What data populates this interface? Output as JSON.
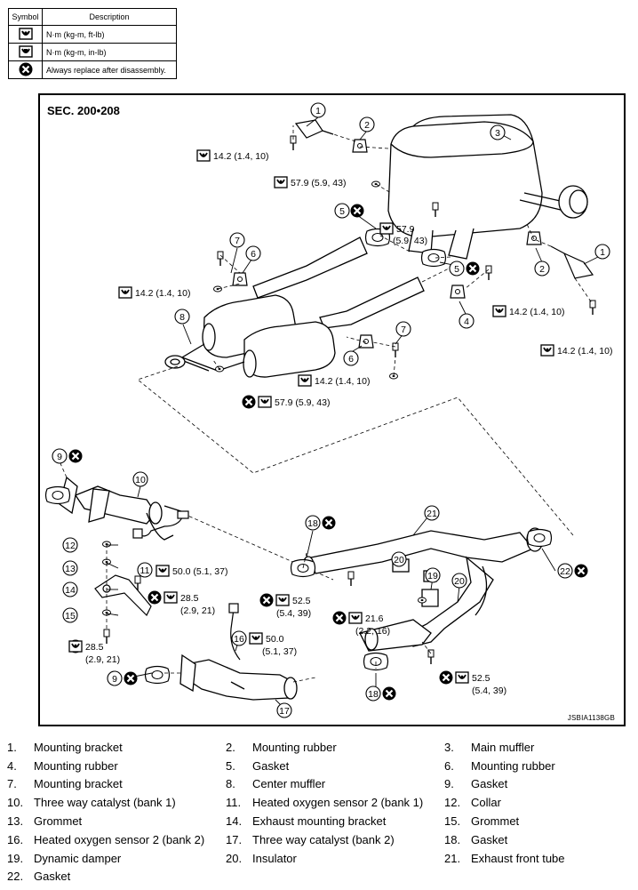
{
  "symbol_table": {
    "headers": {
      "symbol": "Symbol",
      "description": "Description"
    },
    "rows": [
      {
        "icon": "torque-wrench-icon",
        "description": "N·m (kg-m, ft-lb)"
      },
      {
        "icon": "torque-wrench-small-icon",
        "description": "N·m (kg-m, in-lb)"
      },
      {
        "icon": "always-replace-icon",
        "description": "Always replace after disassembly."
      }
    ]
  },
  "diagram": {
    "section": "SEC. 200•208",
    "figure_code": "JSBIA1138GB",
    "torques": {
      "t1": "14.2 (1.4, 10)",
      "t2": "57.9 (5.9, 43)",
      "t3a": "57.9",
      "t3b": "(5.9, 43)",
      "t4": "14.2 (1.4, 10)",
      "t5": "14.2 (1.4, 10)",
      "t6": "14.2 (1.4, 10)",
      "t7": "14.2 (1.4, 10)",
      "t8": "57.9 (5.9, 43)",
      "t9": "50.0 (5.1, 37)",
      "t10a": "28.5",
      "t10b": "(2.9, 21)",
      "t11a": "28.5",
      "t11b": "(2.9, 21)",
      "t12a": "52.5",
      "t12b": "(5.4, 39)",
      "t13a": "21.6",
      "t13b": "(2.2, 16)",
      "t14a": "50.0",
      "t14b": "(5.1, 37)",
      "t15a": "52.5",
      "t15b": "(5.4, 39)"
    },
    "callouts": [
      "1",
      "2",
      "3",
      "5",
      "7",
      "6",
      "5",
      "2",
      "1",
      "8",
      "4",
      "6",
      "7",
      "9",
      "10",
      "11",
      "12",
      "13",
      "14",
      "15",
      "18",
      "21",
      "20",
      "19",
      "20",
      "22",
      "16",
      "9",
      "18",
      "17"
    ]
  },
  "legend": [
    {
      "num": "1.",
      "text": "Mounting bracket"
    },
    {
      "num": "2.",
      "text": "Mounting rubber"
    },
    {
      "num": "3.",
      "text": "Main muffler"
    },
    {
      "num": "4.",
      "text": "Mounting rubber"
    },
    {
      "num": "5.",
      "text": "Gasket"
    },
    {
      "num": "6.",
      "text": "Mounting rubber"
    },
    {
      "num": "7.",
      "text": "Mounting bracket"
    },
    {
      "num": "8.",
      "text": "Center muffler"
    },
    {
      "num": "9.",
      "text": "Gasket"
    },
    {
      "num": "10.",
      "text": "Three way catalyst (bank 1)"
    },
    {
      "num": "11.",
      "text": "Heated oxygen sensor 2 (bank 1)"
    },
    {
      "num": "12.",
      "text": "Collar"
    },
    {
      "num": "13.",
      "text": "Grommet"
    },
    {
      "num": "14.",
      "text": "Exhaust mounting bracket"
    },
    {
      "num": "15.",
      "text": "Grommet"
    },
    {
      "num": "16.",
      "text": "Heated oxygen sensor 2 (bank 2)"
    },
    {
      "num": "17.",
      "text": "Three way catalyst (bank 2)"
    },
    {
      "num": "18.",
      "text": "Gasket"
    },
    {
      "num": "19.",
      "text": "Dynamic damper"
    },
    {
      "num": "20.",
      "text": "Insulator"
    },
    {
      "num": "21.",
      "text": "Exhaust front tube"
    },
    {
      "num": "22.",
      "text": "Gasket"
    }
  ]
}
